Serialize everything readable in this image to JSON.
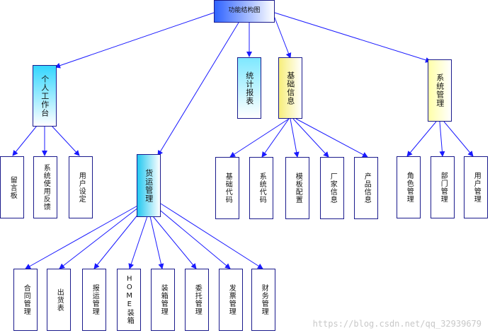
{
  "root": "功能结构图",
  "personal": {
    "label": "个人工作台",
    "children": [
      "留言板",
      "系统使用反馈",
      "用户设定"
    ]
  },
  "freight": {
    "label": "货运管理",
    "children": [
      "合同管理",
      "出货表",
      "报运管理",
      "HOME装箱",
      "装箱管理",
      "委托管理",
      "发票管理",
      "财务管理"
    ]
  },
  "stats": {
    "label": "统计报表"
  },
  "basic": {
    "label": "基础信息",
    "children": [
      "基础代码",
      "系统代码",
      "模板配置",
      "厂家信息",
      "产品信息"
    ]
  },
  "system": {
    "label": "系统管理",
    "children": [
      "角色管理",
      "部门管理",
      "用户管理"
    ]
  },
  "watermark": "https://blog.csdn.net/qq_32939679",
  "colors": {
    "line": "#1a1aff",
    "border": "#1a1a8c"
  }
}
